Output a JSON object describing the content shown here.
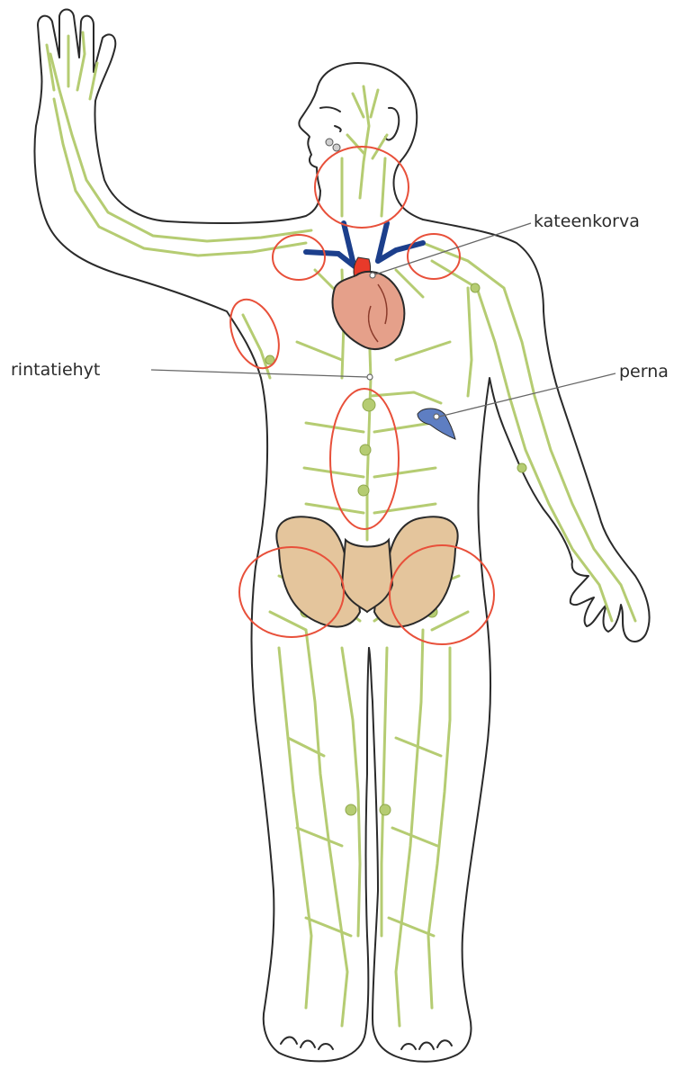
{
  "labels": {
    "kateenkorva": "kateenkorva",
    "rintatiehyt": "rintatiehyt",
    "perna": "perna"
  },
  "colors": {
    "body_outline": "#2a2a2a",
    "lymph_vessels": "#b5cc72",
    "lymph_node_region_circles": "#e8503a",
    "heart": "#e5a08a",
    "vessels_blue": "#1c3f8c",
    "thymus": "#e83a2a",
    "spleen": "#5e7ec2",
    "pelvis": "#e4c59c"
  },
  "icons": {
    "figure": "human-body-outline-icon",
    "heart": "heart-icon",
    "spleen": "spleen-icon",
    "thymus": "thymus-icon",
    "pelvis": "pelvis-icon"
  }
}
